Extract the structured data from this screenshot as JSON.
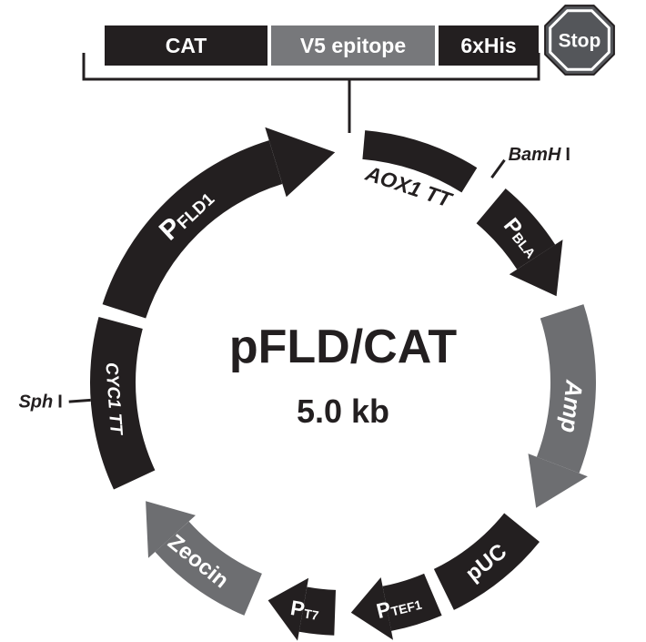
{
  "figure": {
    "name": "pFLD/CAT",
    "size_label": "5.0 kb"
  },
  "colors": {
    "feature_black": "#231F20",
    "feature_gray": "#6D6E71",
    "construct_gray": "#77787B",
    "stop_fill": "#54565A",
    "label_white": "#FFFFFF",
    "label_black": "#231F20"
  },
  "construct_bar": {
    "segments": [
      {
        "id": "cat",
        "label": "CAT",
        "color": "#231F20"
      },
      {
        "id": "v5-epitope",
        "label": "V5 epitope",
        "color": "#77787B"
      },
      {
        "id": "6xhis",
        "label": "6xHis",
        "color": "#231F20"
      }
    ],
    "stop": {
      "label": "Stop",
      "fill": "#54565A"
    }
  },
  "plasmid": {
    "features": [
      {
        "id": "aox1-tt",
        "kind": "band",
        "color": "black",
        "start": 5,
        "end": 32,
        "inner_radius": 246,
        "label": {
          "text": "AOX1 TT",
          "italic": true,
          "color": "black",
          "angle": 18.5,
          "radius": 227,
          "size": 23
        }
      },
      {
        "id": "p-bla",
        "kind": "arrow",
        "color": "black",
        "start": 40,
        "end": 68,
        "head": 11,
        "label": {
          "main": "P",
          "sub": "BLA",
          "color": "white",
          "angle": 51,
          "radius": 253,
          "size": 24,
          "sub_size": 15
        }
      },
      {
        "id": "amp",
        "kind": "arrow",
        "color": "gray",
        "start": 72,
        "end": 123,
        "head": 12,
        "label": {
          "text": "Amp",
          "italic": true,
          "color": "white",
          "angle": 96,
          "radius": 253,
          "size": 26
        }
      },
      {
        "id": "puc",
        "kind": "band",
        "color": "black",
        "start": 129,
        "end": 154,
        "label": {
          "text": "pUC",
          "color": "white",
          "angle": 141.5,
          "radius": 253,
          "size": 24
        }
      },
      {
        "id": "p-tef1",
        "kind": "arrow",
        "color": "black",
        "start": 157,
        "end": 178,
        "head": 9,
        "label": {
          "main": "P",
          "sub": "TEF1",
          "color": "white",
          "angle": 166,
          "radius": 253,
          "size": 23,
          "sub_size": 14
        }
      },
      {
        "id": "p-t7",
        "kind": "arrow",
        "color": "black",
        "start": 182,
        "end": 199,
        "head": 9,
        "label": {
          "main": "P",
          "sub": "T7",
          "color": "white",
          "angle": 189.5,
          "radius": 253,
          "size": 23,
          "sub_size": 14
        }
      },
      {
        "id": "zeocin",
        "kind": "arrow",
        "color": "gray",
        "start": 203,
        "end": 239,
        "head": 11,
        "label": {
          "text": "Zeocin",
          "color": "white",
          "angle": 219,
          "radius": 253,
          "size": 24
        }
      },
      {
        "id": "cyc1-tt",
        "kind": "band",
        "color": "black",
        "start": 245,
        "end": 285,
        "label": {
          "text": "CYC1 TT",
          "italic": true,
          "color": "white",
          "angle": 266,
          "radius": 253,
          "size": 19
        }
      },
      {
        "id": "p-fld1",
        "kind": "arrow",
        "color": "black",
        "start": 288,
        "end": 358,
        "head": 15,
        "label": {
          "main": "P",
          "sub": "FLD1",
          "color": "white",
          "angle": 317,
          "radius": 253,
          "size": 30,
          "sub_size": 19
        }
      }
    ],
    "restriction_sites": [
      {
        "id": "bamh-i",
        "enzyme": "BamH",
        "suffix": "I",
        "angle": 36,
        "anchor": "start"
      },
      {
        "id": "sph-i",
        "enzyme": "Sph",
        "suffix": "I",
        "angle": 266,
        "anchor": "end"
      }
    ]
  }
}
